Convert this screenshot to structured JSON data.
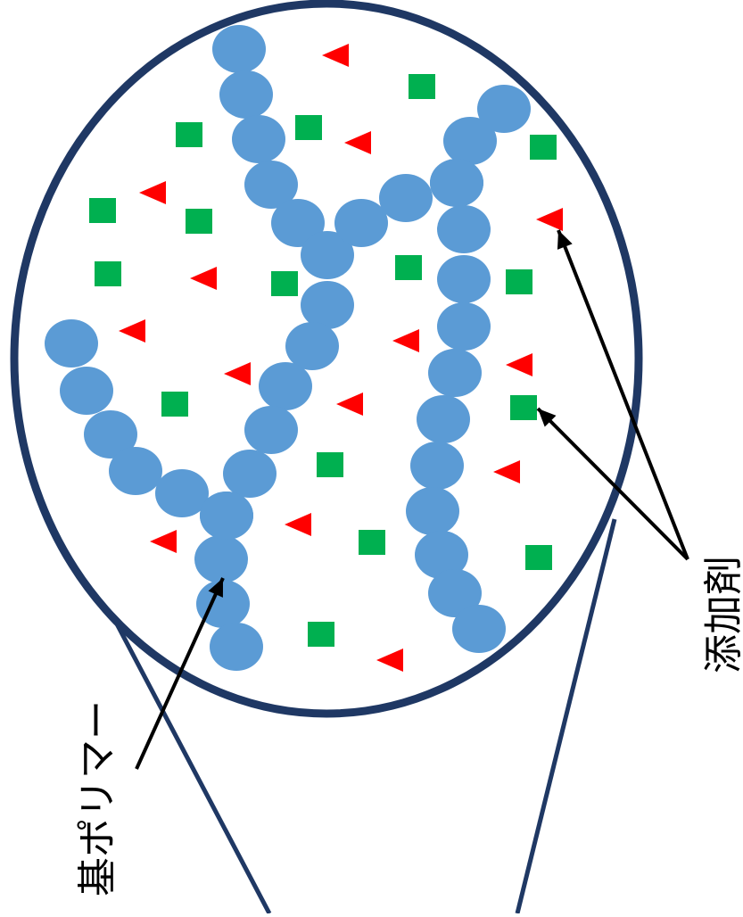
{
  "labels": {
    "base_polymer": "基ポリマー",
    "additive": "添加剤"
  },
  "colors": {
    "outline": "#1f3864",
    "polymer_bead": "#5b9bd5",
    "additive_square": "#00b050",
    "additive_triangle": "#ff0000",
    "arrow": "#000000",
    "background": "#ffffff"
  },
  "icons": {
    "polymer_bead": "circle",
    "additive_a": "square",
    "additive_b": "triangle"
  }
}
